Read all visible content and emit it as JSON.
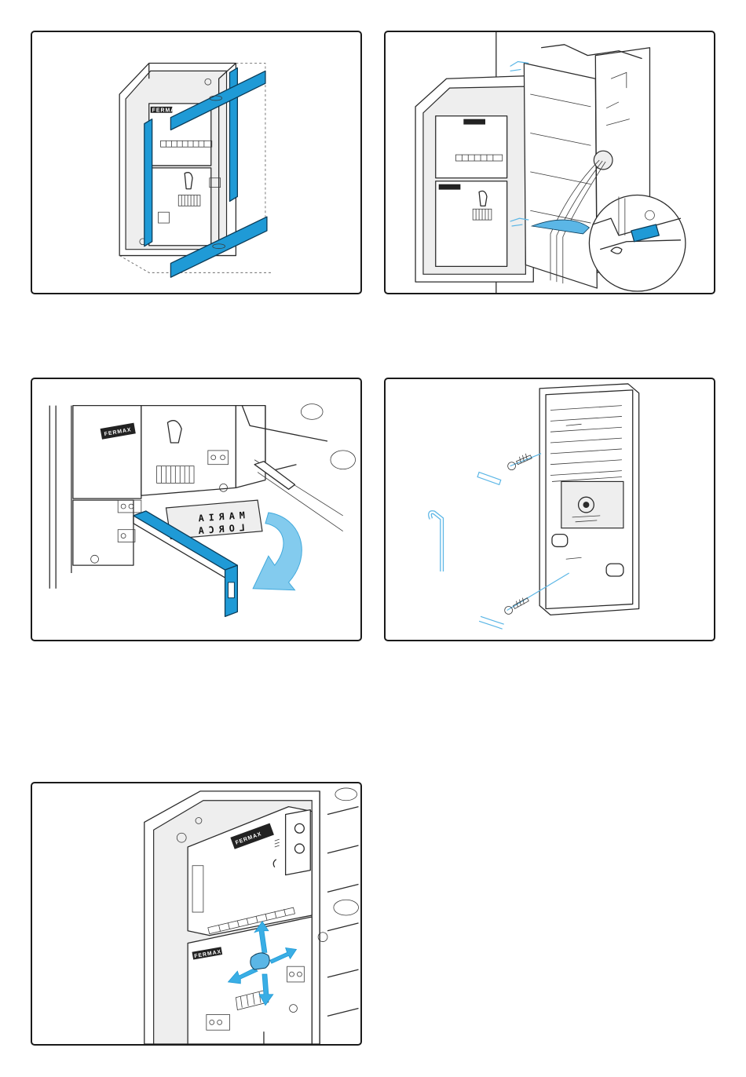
{
  "brand": {
    "logo_text": "FERMAX"
  },
  "panels": {
    "p3": {
      "label_line1": "MARIA",
      "label_line2": "LORCA"
    }
  },
  "colors": {
    "accent": "#1f9ad6",
    "accent_dark": "#0b3b57",
    "accent_light": "#5bb6e6",
    "outline": "#2b2b2b",
    "border": "#1a1a1a"
  },
  "icons": [
    "spacer-bar-icon",
    "screw-icon",
    "allen-key-icon",
    "direction-arrows-icon",
    "rotate-arrow-icon"
  ]
}
